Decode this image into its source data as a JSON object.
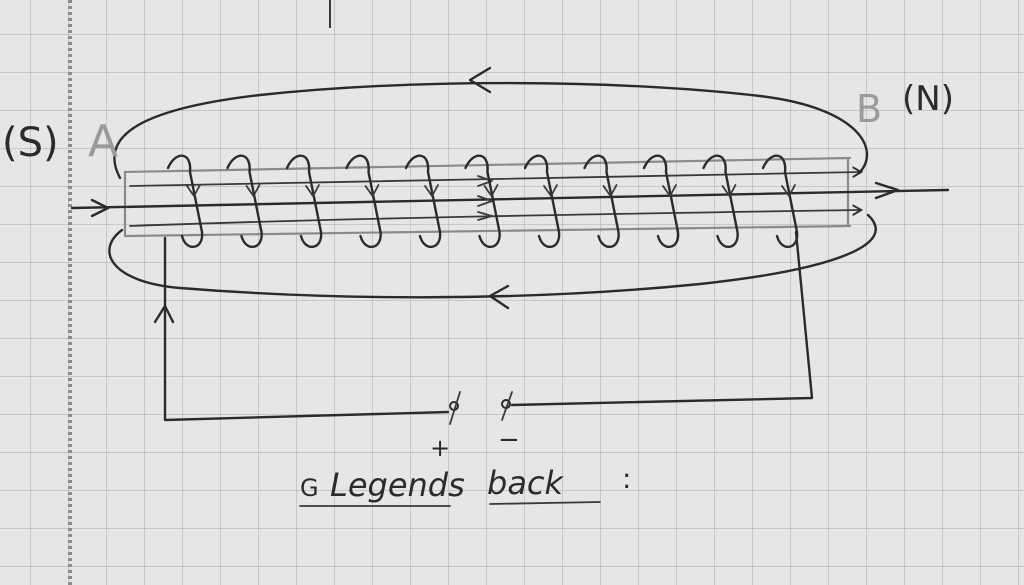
{
  "labels": {
    "south_pole": "(S)",
    "end_a": "A",
    "end_b": "B",
    "north_pole": "(N)",
    "terminal_positive": "+",
    "terminal_negative": "−",
    "legend_prefix": "G",
    "legend_text": "Legends",
    "legend_suffix": "back",
    "legend_colon": ":"
  },
  "coil": {
    "turns": 11
  },
  "colors": {
    "paper": "#e6e6e6",
    "grid": "#a9a9a9",
    "ink": "#2b2b2b",
    "pencil": "#8a8a8a"
  }
}
